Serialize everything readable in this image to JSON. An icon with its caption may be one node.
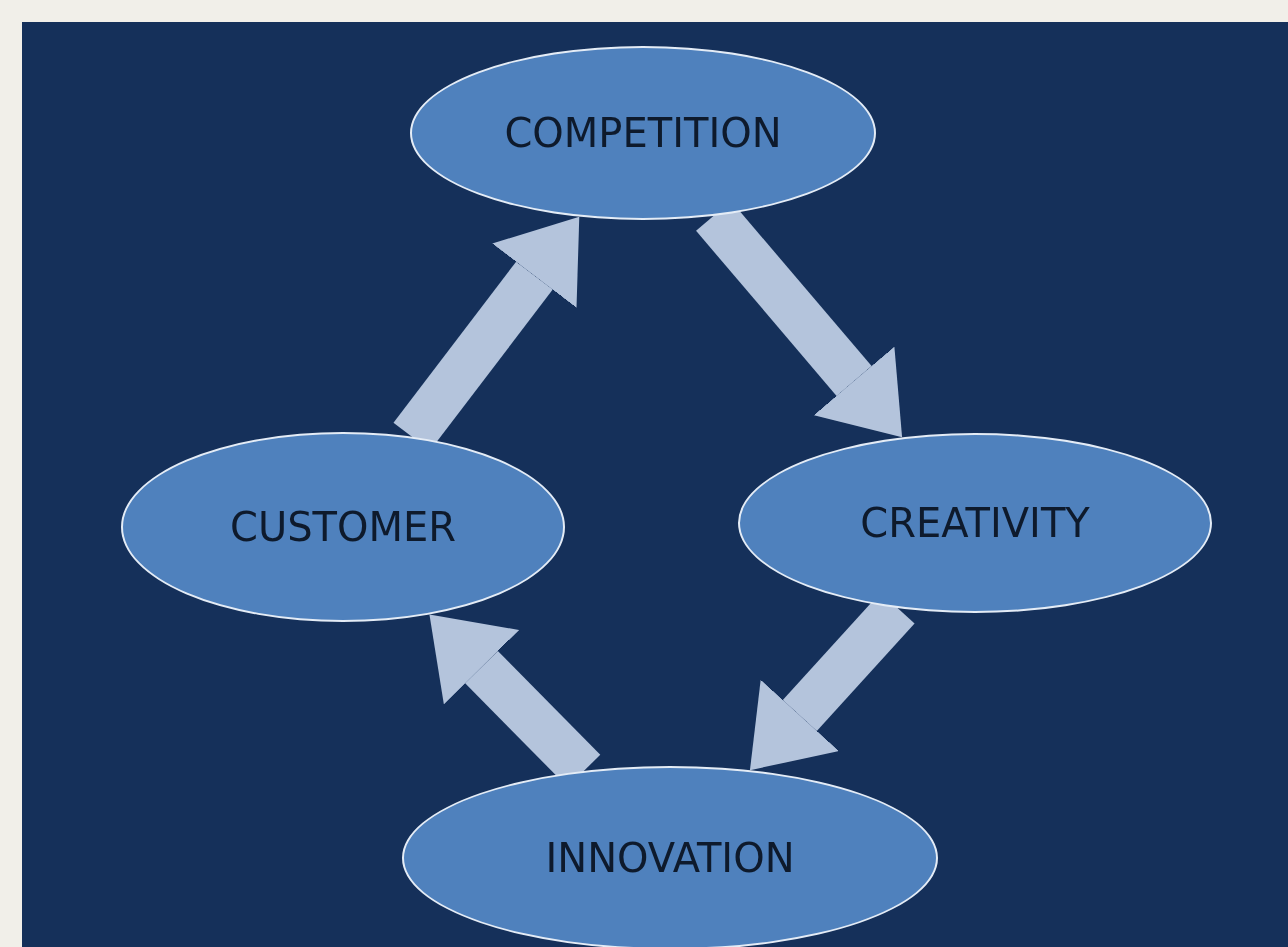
{
  "diagram": {
    "nodes": [
      {
        "text": [
          "COMPETITION"
        ]
      },
      {
        "text": [
          "CUSTOMER"
        ]
      },
      {
        "text": [
          "CREATIVITY"
        ]
      },
      {
        "text": [
          "INNOVATION"
        ]
      }
    ],
    "edges": [
      {
        "from": 1,
        "to": 0,
        "arrow": "to"
      },
      {
        "from": 0,
        "to": 2,
        "arrow": "to"
      },
      {
        "from": 2,
        "to": 3,
        "arrow": "to"
      },
      {
        "from": 3,
        "to": 1,
        "arrow": "to"
      }
    ]
  }
}
